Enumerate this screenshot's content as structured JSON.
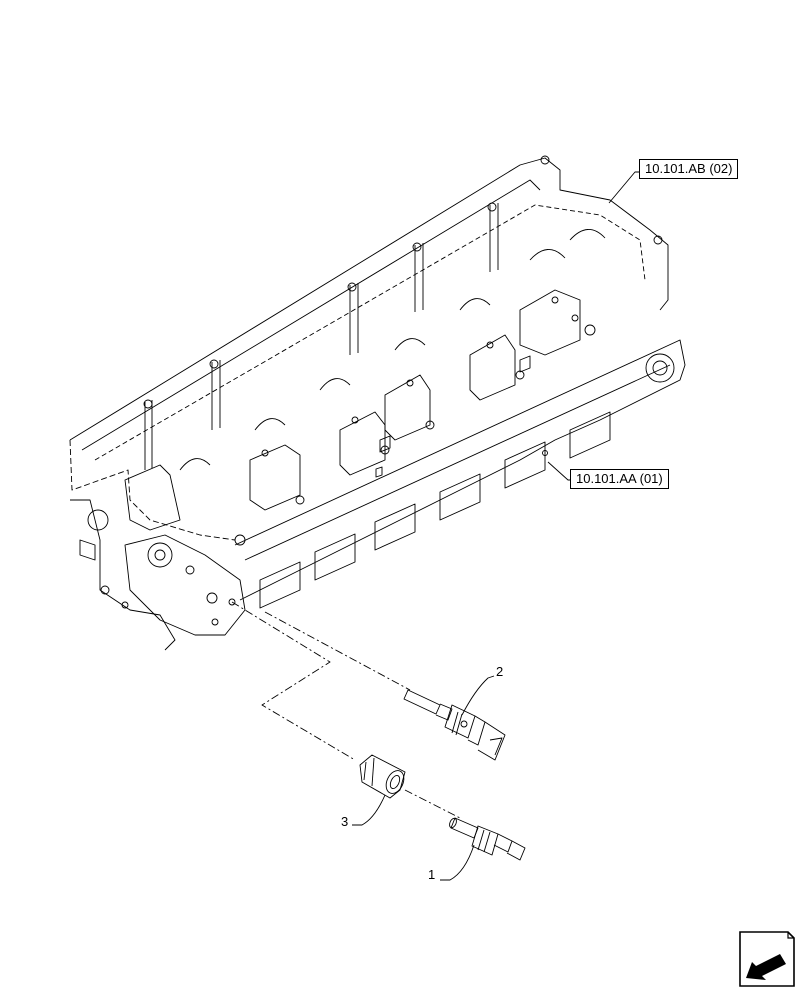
{
  "references": {
    "upper": "10.101.AB (02)",
    "lower": "10.101.AA (01)"
  },
  "callouts": {
    "part_1": "1",
    "part_2": "2",
    "part_3": "3"
  },
  "icons": {
    "navigation": "next-page-arrow-icon"
  },
  "colors": {
    "line": "#000000",
    "background": "#ffffff"
  }
}
